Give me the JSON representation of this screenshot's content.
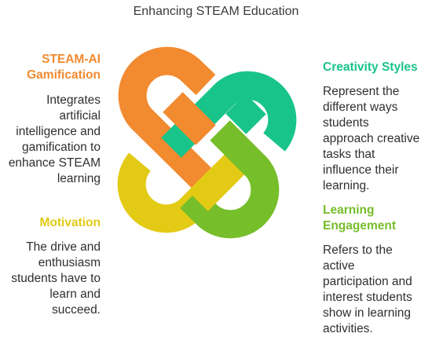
{
  "title": "Enhancing STEAM Education",
  "colors": {
    "orange": "#F28A30",
    "teal": "#18C48A",
    "yellow": "#E3CA14",
    "green": "#76BE2A"
  },
  "blocks": {
    "steam_ai": {
      "heading_lines": [
        "STEAM-AI",
        "Gamification"
      ],
      "desc_lines": [
        "Integrates",
        "artificial",
        "intelligence and",
        "gamification to",
        "enhance STEAM",
        "learning"
      ]
    },
    "motivation": {
      "heading_lines": [
        "Motivation"
      ],
      "desc_lines": [
        "The drive and",
        "enthusiasm",
        "students have to",
        "learn and",
        "succeed."
      ]
    },
    "creativity": {
      "heading_lines": [
        "Creativity Styles"
      ],
      "desc_lines": [
        "Represent the",
        "different ways",
        "students",
        "approach creative",
        "tasks that",
        "influence their",
        "learning."
      ]
    },
    "engagement": {
      "heading_lines": [
        "Learning",
        "Engagement"
      ],
      "desc_lines": [
        "Refers to the",
        "active",
        "participation and",
        "interest students",
        "show in learning",
        "activities."
      ]
    }
  }
}
